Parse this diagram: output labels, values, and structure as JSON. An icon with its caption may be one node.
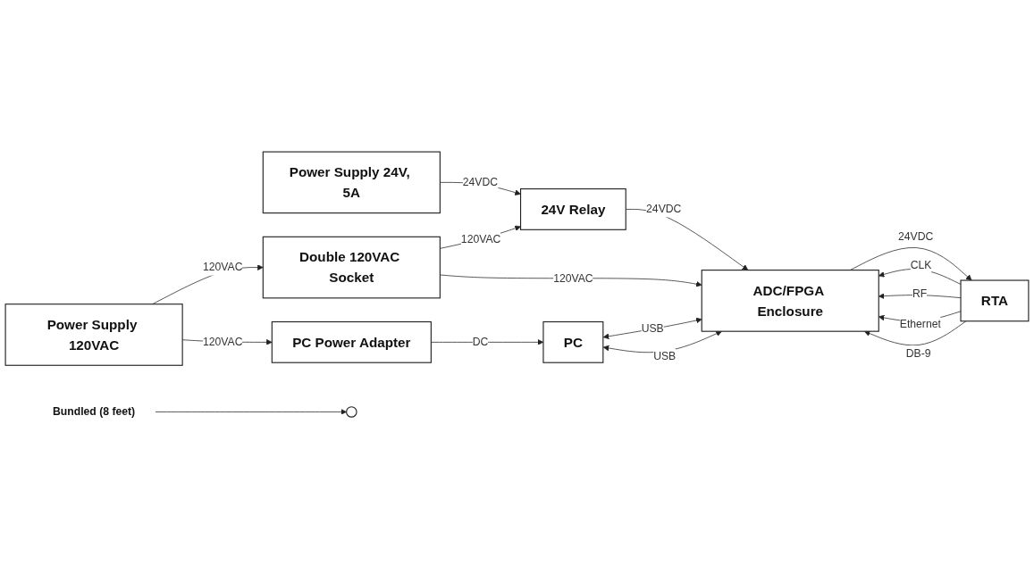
{
  "diagram": {
    "nodes": [
      {
        "text": [
          "Power Supply 24V, 5A"
        ]
      },
      {
        "text": [
          "24V Relay"
        ]
      },
      {
        "text": [
          "Double 120VAC Socket"
        ]
      },
      {
        "text": [
          "Power Supply 120VAC"
        ]
      },
      {
        "text": [
          "PC Power Adapter"
        ]
      },
      {
        "text": [
          "PC"
        ]
      },
      {
        "text": [
          "ADC/FPGA Enclosure"
        ]
      },
      {
        "text": [
          "RTA"
        ]
      },
      {
        "text": [
          "Bundled (8 feet)"
        ]
      },
      {
        "text": [],
        "shape": "ellipse"
      }
    ],
    "edges": [
      {
        "from": 0,
        "to": 1,
        "label": "24VDC",
        "arrow": "to"
      },
      {
        "from": 2,
        "to": 1,
        "label": "120VAC",
        "arrow": "to"
      },
      {
        "from": 3,
        "to": 2,
        "label": "120VAC",
        "arrow": "to"
      },
      {
        "from": 3,
        "to": 4,
        "label": "120VAC",
        "arrow": "to"
      },
      {
        "from": 1,
        "to": 6,
        "label": "24VDC",
        "arrow": "to"
      },
      {
        "from": 2,
        "to": 6,
        "label": "120VAC",
        "arrow": "to"
      },
      {
        "from": 4,
        "to": 5,
        "label": "DC",
        "arrow": "to"
      },
      {
        "from": 5,
        "to": 6,
        "label": "USB",
        "arrow": "both"
      },
      {
        "from": 5,
        "to": 6,
        "label": "USB",
        "arrow": "both"
      },
      {
        "from": 7,
        "to": 6,
        "label": "CLK",
        "arrow": "to"
      },
      {
        "from": 7,
        "to": 6,
        "label": "RF",
        "arrow": "to"
      },
      {
        "from": 7,
        "to": 6,
        "label": "Ethernet",
        "arrow": "to"
      },
      {
        "from": 7,
        "to": 6,
        "label": "DB-9",
        "arrow": "to"
      },
      {
        "from": 6,
        "to": 7,
        "label": "24VDC",
        "arrow": "to"
      },
      {
        "from": 8,
        "to": 9,
        "arrow": "to"
      }
    ]
  }
}
